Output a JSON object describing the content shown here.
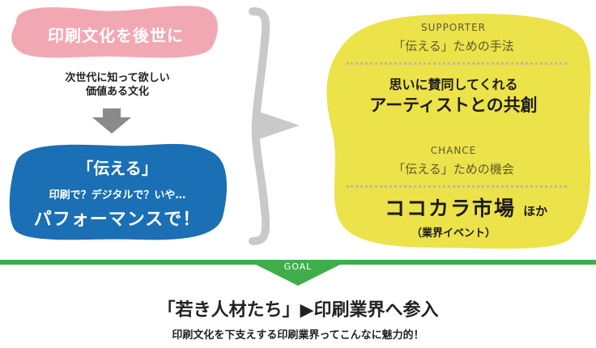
{
  "colors": {
    "pink": "#f2a8b2",
    "blue": "#1a6fb5",
    "yellow": "#ece24a",
    "gray": "#c9c9c9",
    "arrow_gray": "#8a8a8a",
    "green": "#3fae4a"
  },
  "left": {
    "pink_blob": {
      "title": "印刷文化を後世に"
    },
    "caption": {
      "line1": "次世代に知って欲しい",
      "line2": "価値ある文化"
    },
    "down_arrow_icon": "down-arrow",
    "blue_blob": {
      "title": "「伝える」",
      "subtitle": "印刷で？デジタルで？いや…",
      "emphasis": "パフォーマンスで！"
    }
  },
  "bracket_icon": "right-curly-brace",
  "right": {
    "supporter": {
      "label_en": "SUPPORTER",
      "label_jp": "「伝える」ための手法",
      "line1": "思いに賛同してくれる",
      "line2": "アーティストとの共創"
    },
    "chance": {
      "label_en": "CHANCE",
      "label_jp": "「伝える」ための機会",
      "main": "ココカラ市場",
      "suffix": "ほか",
      "note": "（業界イベント）"
    }
  },
  "goal": {
    "label": "GOAL",
    "title": "「若き人材たち」▶印刷業界へ参入",
    "subtitle": "印刷文化を下支えする印刷業界ってこんなに魅力的！"
  }
}
